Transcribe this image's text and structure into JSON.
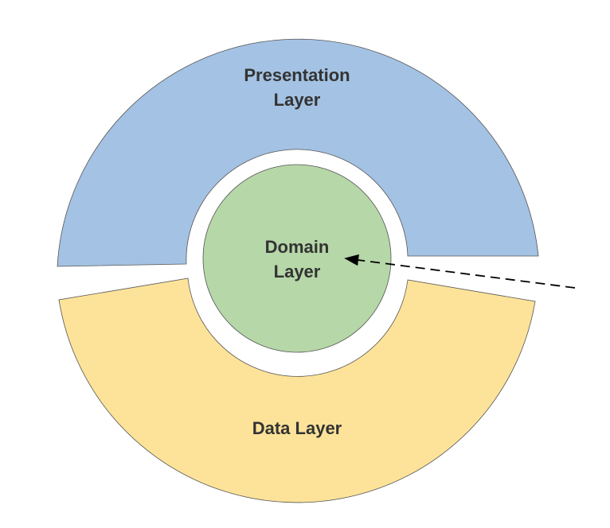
{
  "diagram": {
    "presentation_layer": {
      "line1": "Presentation",
      "line2": "Layer",
      "color": "#a4c2e3"
    },
    "domain_layer": {
      "line1": "Domain",
      "line2": "Layer",
      "color": "#b6d7a8"
    },
    "data_layer": {
      "label": "Data Layer",
      "color": "#fde399"
    },
    "outline_color": "#555555",
    "text_color": "#333333"
  }
}
